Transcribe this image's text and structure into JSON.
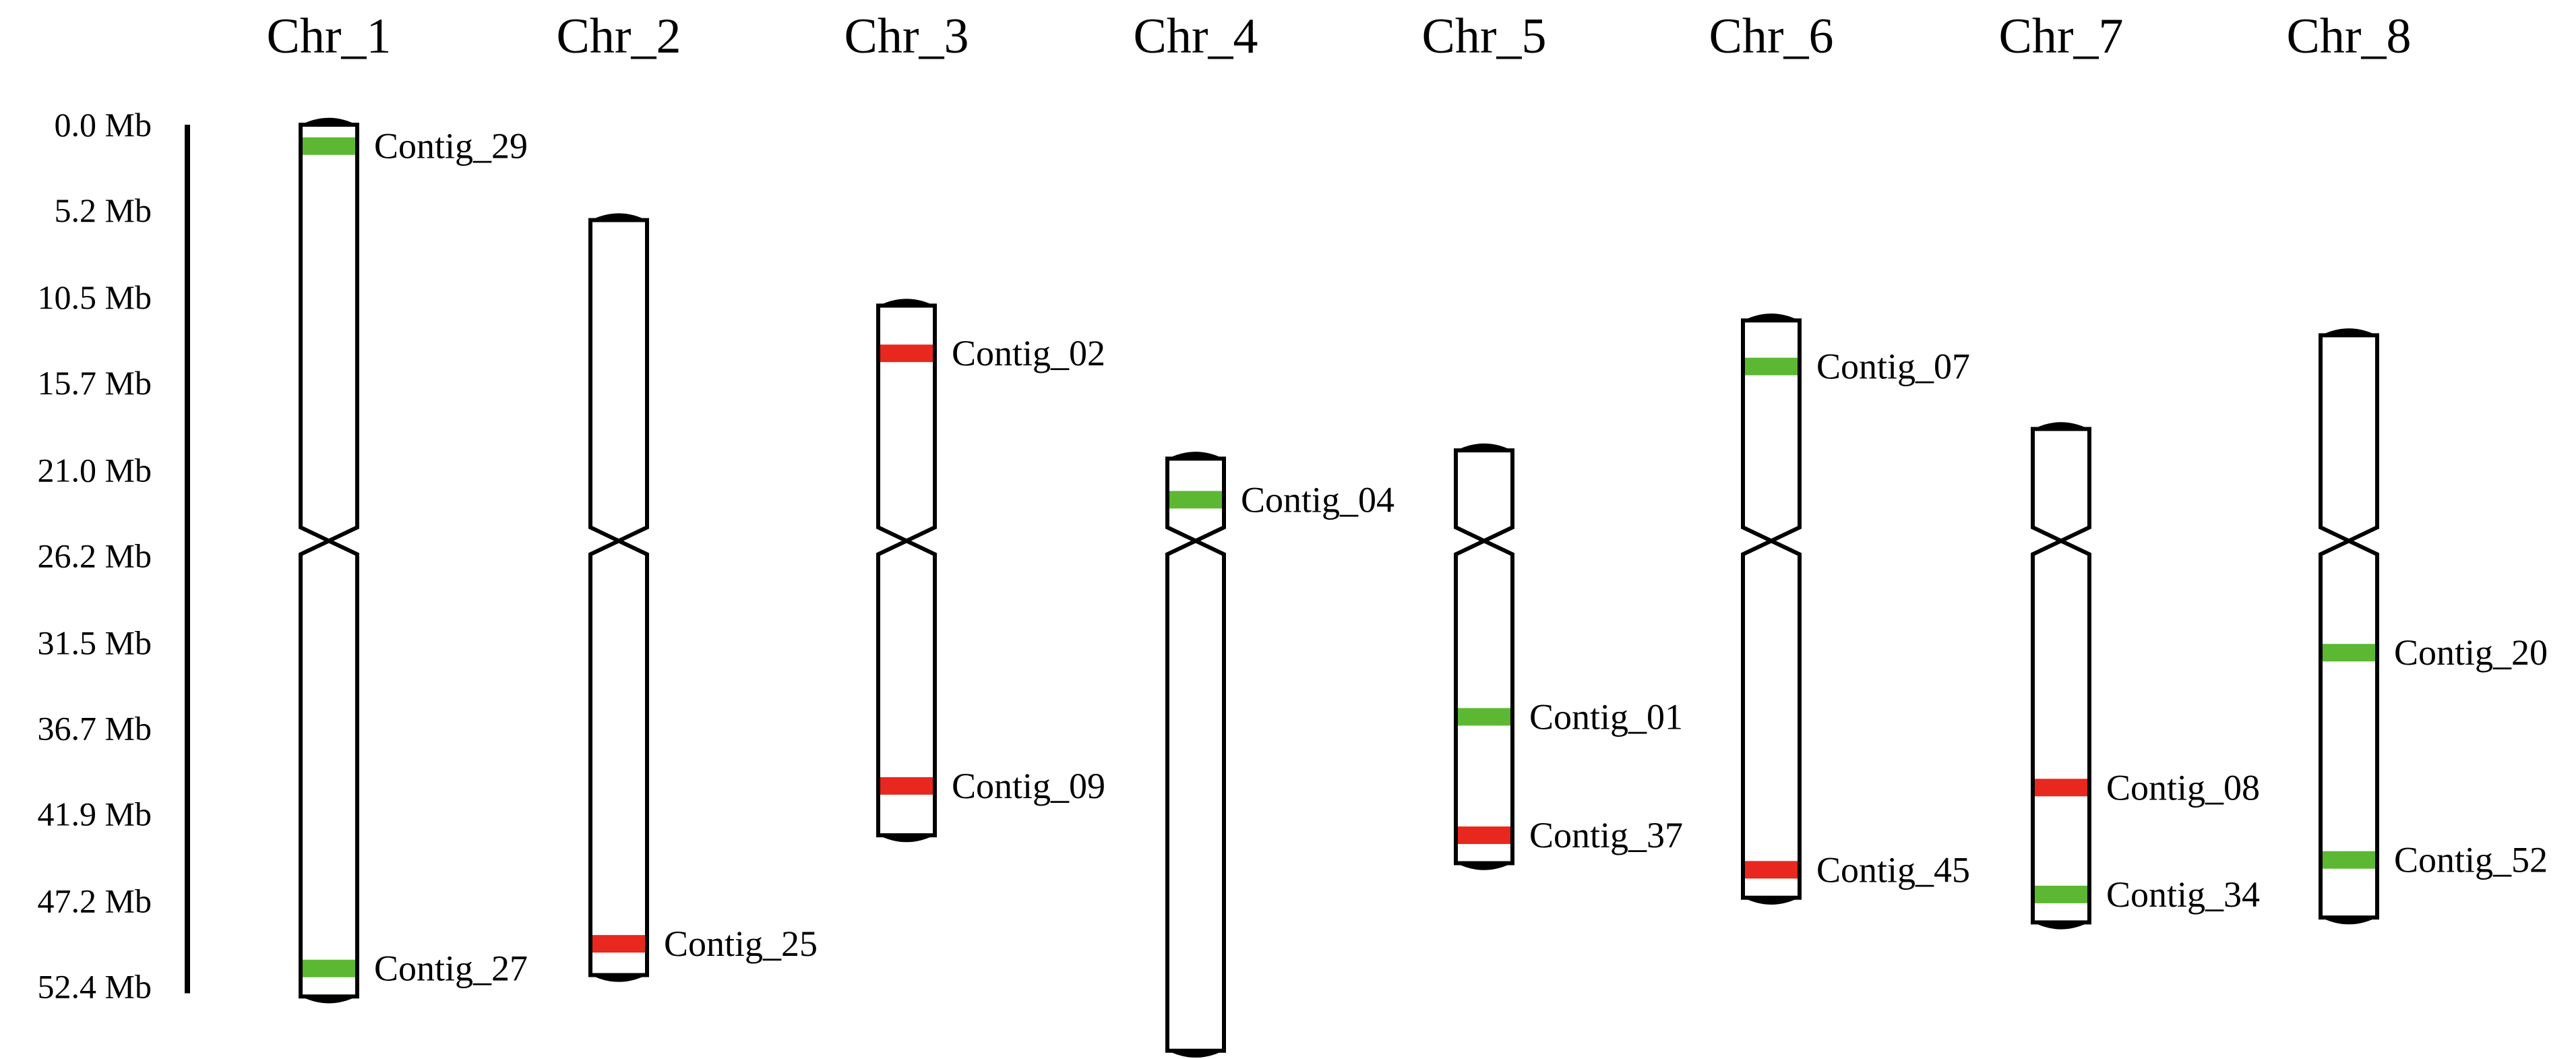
{
  "colors": {
    "green": "#5cb832",
    "red": "#e8271f",
    "outline": "#000000",
    "background": "#ffffff"
  },
  "scale": {
    "unit": "Mb",
    "ticks": [
      "0.0 Mb",
      "5.2 Mb",
      "10.5 Mb",
      "15.7 Mb",
      "21.0 Mb",
      "26.2 Mb",
      "31.5 Mb",
      "36.7 Mb",
      "41.9 Mb",
      "47.2 Mb",
      "52.4 Mb"
    ],
    "tick_values": [
      0.0,
      5.2,
      10.5,
      15.7,
      21.0,
      26.2,
      31.5,
      36.7,
      41.9,
      47.2,
      52.4
    ]
  },
  "chromosomes": [
    {
      "name": "Chr_1",
      "start_mb": 0.0,
      "end_mb": 53.0,
      "centromere_mb": 25.3,
      "markers": [
        {
          "label": "Contig_29",
          "pos_mb": 1.3,
          "color": "green"
        },
        {
          "label": "Contig_27",
          "pos_mb": 51.3,
          "color": "green"
        }
      ]
    },
    {
      "name": "Chr_2",
      "start_mb": 5.8,
      "end_mb": 51.7,
      "centromere_mb": 25.3,
      "markers": [
        {
          "label": "Contig_25",
          "pos_mb": 49.8,
          "color": "red"
        }
      ]
    },
    {
      "name": "Chr_3",
      "start_mb": 11.0,
      "end_mb": 43.2,
      "centromere_mb": 25.3,
      "markers": [
        {
          "label": "Contig_02",
          "pos_mb": 13.9,
          "color": "red"
        },
        {
          "label": "Contig_09",
          "pos_mb": 40.2,
          "color": "red"
        }
      ]
    },
    {
      "name": "Chr_4",
      "start_mb": 20.3,
      "end_mb": 56.3,
      "centromere_mb": 25.3,
      "markers": [
        {
          "label": "Contig_04",
          "pos_mb": 22.8,
          "color": "green"
        }
      ]
    },
    {
      "name": "Chr_5",
      "start_mb": 19.8,
      "end_mb": 44.9,
      "centromere_mb": 25.3,
      "markers": [
        {
          "label": "Contig_01",
          "pos_mb": 36.0,
          "color": "green"
        },
        {
          "label": "Contig_37",
          "pos_mb": 43.2,
          "color": "red"
        }
      ]
    },
    {
      "name": "Chr_6",
      "start_mb": 11.9,
      "end_mb": 47.0,
      "centromere_mb": 25.3,
      "markers": [
        {
          "label": "Contig_07",
          "pos_mb": 14.7,
          "color": "green"
        },
        {
          "label": "Contig_45",
          "pos_mb": 45.3,
          "color": "red"
        }
      ]
    },
    {
      "name": "Chr_7",
      "start_mb": 18.5,
      "end_mb": 48.5,
      "centromere_mb": 25.3,
      "markers": [
        {
          "label": "Contig_08",
          "pos_mb": 40.3,
          "color": "red"
        },
        {
          "label": "Contig_34",
          "pos_mb": 46.8,
          "color": "green"
        }
      ]
    },
    {
      "name": "Chr_8",
      "start_mb": 12.8,
      "end_mb": 48.2,
      "centromere_mb": 25.3,
      "markers": [
        {
          "label": "Contig_20",
          "pos_mb": 32.1,
          "color": "green"
        },
        {
          "label": "Contig_52",
          "pos_mb": 44.7,
          "color": "green"
        }
      ]
    }
  ]
}
